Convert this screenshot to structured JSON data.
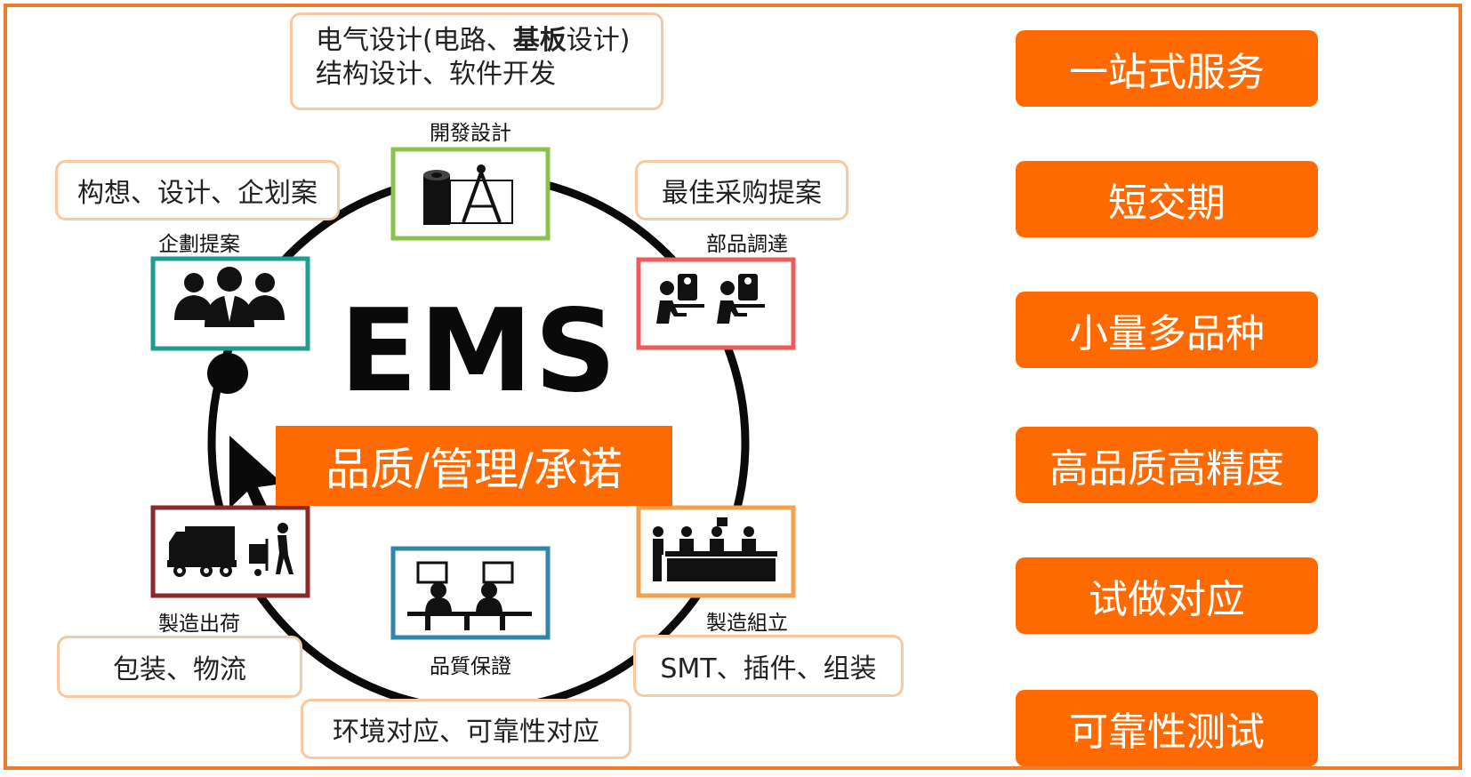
{
  "center": {
    "title": "EMS",
    "banner": "品质/管理/承诺"
  },
  "stages": {
    "planning": {
      "label": "企劃提案",
      "icon": "team-icon",
      "color": "#1e9e8f",
      "note": "构想、设计、企划案"
    },
    "design": {
      "label": "開發設計",
      "icon": "drafting-compass-icon",
      "color": "#8bc34a",
      "note_lines": [
        {
          "before": "电气设计(电路、",
          "strong": "基板",
          "after": "设计)"
        },
        "结构设计、软件开发"
      ]
    },
    "procurement": {
      "label": "部品調達",
      "icon": "workers-at-desk-icon",
      "color": "#f05a5a",
      "note": "最佳采购提案"
    },
    "assembly": {
      "label": "製造組立",
      "icon": "assembly-line-icon",
      "color": "#f5a04a",
      "note": "SMT、插件、组装"
    },
    "qa": {
      "label": "品質保證",
      "icon": "engineers-at-monitors-icon",
      "color": "#2f86a6",
      "note": "环境对应、可靠性对应"
    },
    "shipping": {
      "label": "製造出荷",
      "icon": "truck-delivery-icon",
      "color": "#8a2a2a",
      "note": "包装、物流"
    }
  },
  "features": [
    "一站式服务",
    "短交期",
    "小量多品种",
    "高品质高精度",
    "试做对应",
    "可靠性测试"
  ],
  "colors": {
    "accent": "#ff6a00",
    "frame": "#f07a2c",
    "note_border": "#f8c9a0",
    "cycle": "#0a0a0a"
  }
}
